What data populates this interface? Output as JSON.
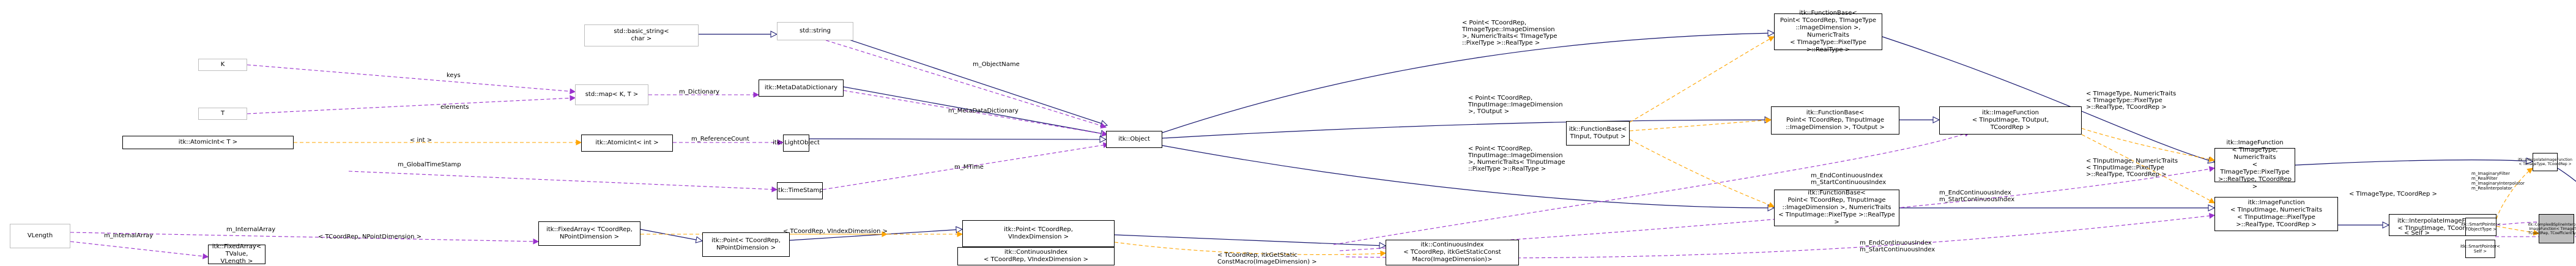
{
  "colors": {
    "inheritance": "#191970",
    "usage": "#9a32cd",
    "template": "#ffa500",
    "node_border": "#666666",
    "target_fill": "#bfbfbf"
  },
  "nodes": {
    "k": "K",
    "t": "T",
    "atomic_int_T": "itk::AtomicInt< T >",
    "vlength": "VLength",
    "basic_string": "std::basic_string<\nchar >",
    "std_map": "std::map< K, T >",
    "std_string": "std::string",
    "meta_data_dictionary": "itk::MetaDataDictionary",
    "atomic_int_int": "itk::AtomicInt< int >",
    "light_object": "itk::LightObject",
    "time_stamp": "itk::TimeStamp",
    "fixed_array_tcoord": "itk::FixedArray< TCoordRep,\nNPointDimension >",
    "fixed_array_tvalue": "itk::FixedArray< TValue,\nVLength >",
    "point_tcoord_npoint": "itk::Point< TCoordRep,\nNPointDimension >",
    "object": "itk::Object",
    "function_base_input_output": "itk::FunctionBase<\nTInput, TOutput >",
    "point_vindex": "itk::Point< TCoordRep,\nVIndexDimension >",
    "continuous_index_vindex": "itk::ContinuousIndex\n< TCoordRep, VIndexDimension >",
    "function_base_timage": "itk::FunctionBase<\nPoint< TCoordRep, TImageType\n::ImageDimension >, NumericTraits\n< TImageType::PixelType >::RealType >",
    "function_base_tinputimage_out": "itk::FunctionBase<\nPoint< TCoordRep, TInputImage\n::ImageDimension >, TOutput >",
    "function_base_tinputimage_real": "itk::FunctionBase<\nPoint< TCoordRep, TInputImage\n::ImageDimension >, NumericTraits\n< TInputImage::PixelType >::RealType >",
    "continuous_index_static": "itk::ContinuousIndex\n< TCoordRep, itkGetStaticConst\nMacro(ImageDimension)>",
    "image_function_tinput_tout": "itk::ImageFunction\n< TInputImage, TOutput,\nTCoordRep >",
    "image_function_timage": "itk::ImageFunction\n< TImageType, NumericTraits\n< TImageType::PixelType\n>::RealType, TCoordRep >",
    "image_function_tinput_real": "itk::ImageFunction\n< TInputImage, NumericTraits\n< TInputImage::PixelType\n>::RealType, TCoordRep >",
    "interpolate_tinput": "itk::InterpolateImageFunction\n< TInputImage, TCoordRep >",
    "interpolate_timage": "itk::InterpolateImageFunction\n< TImageType, TCoordRep >",
    "smart_pointer_tobject": "itk::SmartPointer<\nTObjectType >",
    "smart_pointer_self": "itk::SmartPointer<\nSelf >",
    "complex_bspline": "itk::ComplexBSplineInterpolate\nImageFunction< TImageType,\nTCoordRep, TCoefficientType >"
  },
  "edge_labels": {
    "keys": "keys",
    "elements": "elements",
    "object_name": "m_ObjectName",
    "dictionary": "m_Dictionary",
    "meta_data_dictionary": "m_MetaDataDictionary",
    "int_tmpl": "< int >",
    "reference_count": "m_ReferenceCount",
    "global_time_stamp": "m_GlobalTimeStamp",
    "mtime": "m_MTime",
    "internal_array_1": "m_InternalArray",
    "internal_array_2": "m_InternalArray",
    "tcoord_npoint": "< TCoordRep, NPointDimension >",
    "tcoord_vindex": "< TCoordRep, VIndexDimension >",
    "fb_timage_tmpl": "< Point< TCoordRep,\nTImageType::ImageDimension\n >, NumericTraits< TImageType\n::PixelType >::RealType >",
    "fb_tinput_out_tmpl": "< Point< TCoordRep,\nTInputImage::ImageDimension\n >, TOutput >",
    "fb_tinput_real_tmpl": "< Point< TCoordRep,\nTInputImage::ImageDimension\n >, NumericTraits< TInputImage\n::PixelType >::RealType >",
    "ci_static_tmpl": "< TCoordRep, itkGetStatic\nConstMacro(ImageDimension) >",
    "end_start_1": "m_EndContinuousIndex\nm_StartContinuousIndex",
    "end_start_2": "m_EndContinuousIndex\nm_StartContinuousIndex",
    "end_start_3": "m_EndContinuousIndex\nm_StartContinuousIndex",
    "if_timage_tmpl_1": "< TImageType, NumericTraits\n< TImageType::PixelType\n>::RealType, TCoordRep >",
    "if_tinput_tmpl": "< TInputImage, NumericTraits\n< TInputImage::PixelType\n>::RealType, TCoordRep >",
    "interp_tmpl": "< TImageType, TCoordRep >",
    "self_tmpl": "< Self >",
    "complex_members": "m_ImaginaryFilter\nm_RealFilter\nm_ImaginaryInterpolator\nm_RealInterpolator"
  }
}
